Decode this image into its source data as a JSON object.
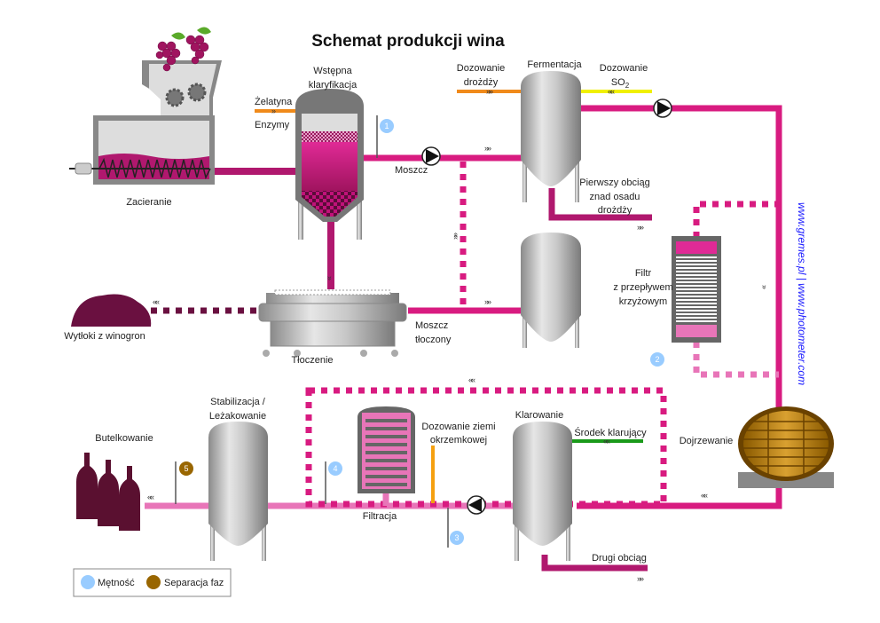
{
  "title": "Schemat produkcji wina",
  "labels": {
    "zacieranie": "Zacieranie",
    "wstepna_1": "Wstępna",
    "wstepna_2": "klaryfikacja",
    "zelatyna": "Żelatyna",
    "enzymy": "Enzymy",
    "moszcz": "Moszcz",
    "dozowanie_drozdzy_1": "Dozowanie",
    "dozowanie_drozdzy_2": "drożdży",
    "fermentacja": "Fermentacja",
    "dozowanie_so2_1": "Dozowanie",
    "dozowanie_so2_2": "SO",
    "dozowanie_so2_sub": "2",
    "pierwszy_1": "Pierwszy obciąg",
    "pierwszy_2": "znad osadu",
    "pierwszy_3": "drożdży",
    "filtr_1": "Filtr",
    "filtr_2": "z przepływem",
    "filtr_3": "krzyżowym",
    "wytloki": "Wytłoki z winogron",
    "tloczenie": "Tłoczenie",
    "moszcz_tl_1": "Moszcz",
    "moszcz_tl_2": "tłoczony",
    "dojrzewanie": "Dojrzewanie",
    "stabilizacja_1": "Stabilizacja /",
    "stabilizacja_2": "Leżakowanie",
    "butelkowanie": "Butelkowanie",
    "dozowanie_ziemi_1": "Dozowanie ziemi",
    "dozowanie_ziemi_2": "okrzemkowej",
    "klarowanie": "Klarowanie",
    "srodek": "Środek klarujący",
    "filtracja": "Filtracja",
    "drugi": "Drugi obciąg",
    "url": "www.gremes.pl  |  www.photometer.com"
  },
  "sensors": [
    "1",
    "2",
    "3",
    "4",
    "5"
  ],
  "legend": {
    "metnosc": "Mętność",
    "separacja": "Separacja faz"
  },
  "arrows": {
    "right": "»»",
    "left": "««",
    "down": "»",
    "up": "»»"
  },
  "colors": {
    "must": "#d81b80",
    "must_dark": "#b0186e",
    "wine_light": "#e875b8",
    "yeast": "#f08a1a",
    "so2": "#f0f000",
    "fining": "#1a9a1a",
    "turbidity": "#99ccff",
    "phase_sep": "#996600",
    "url": "#1a1aff"
  }
}
